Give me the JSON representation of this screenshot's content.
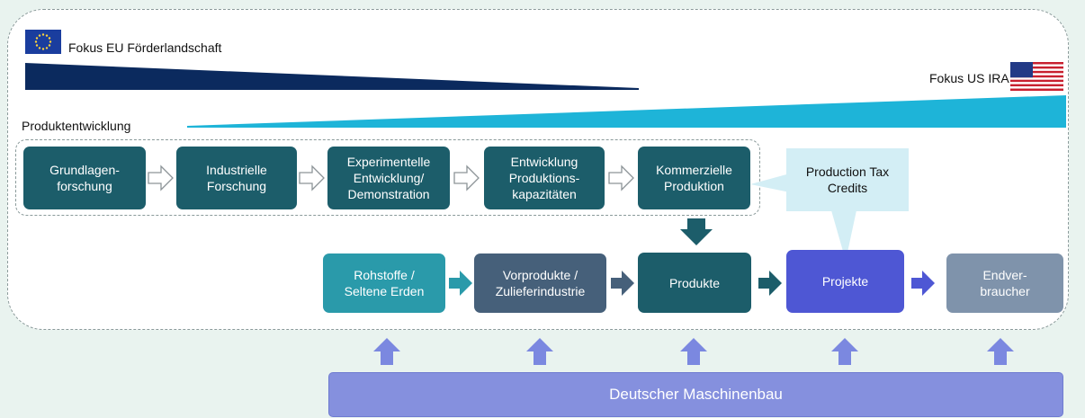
{
  "labels": {
    "eu_focus": "Fokus EU Förderlandschaft",
    "us_focus": "Fokus US IRA",
    "product_dev": "Produktentwicklung"
  },
  "top_row": [
    "Grundlagen-\nforschung",
    "Industrielle\nForschung",
    "Experimentelle\nEntwicklung/\nDemonstration",
    "Entwicklung\nProduktions-\nkapazitäten",
    "Kommerzielle\nProduktion"
  ],
  "callout": "Production Tax\nCredits",
  "chain": [
    "Rohstoffe /\nSeltene Erden",
    "Vorprodukte /\nZulieferindustrie",
    "Produkte",
    "Projekte",
    "Endver-\nbraucher"
  ],
  "base": "Deutscher Maschinenbau",
  "colors": {
    "eu_wedge": "#0b2a5e",
    "us_wedge": "#1eb4d8",
    "top_boxes": "#1c5d6a",
    "rohstoffe": "#2a9aaa",
    "vorprodukte": "#46607a",
    "produkte": "#1c5d6a",
    "projekte": "#4e57d4",
    "endverbraucher": "#7f93ab",
    "base_bar": "#8590de"
  },
  "icons": [
    "eu-flag-icon",
    "us-flag-icon"
  ]
}
